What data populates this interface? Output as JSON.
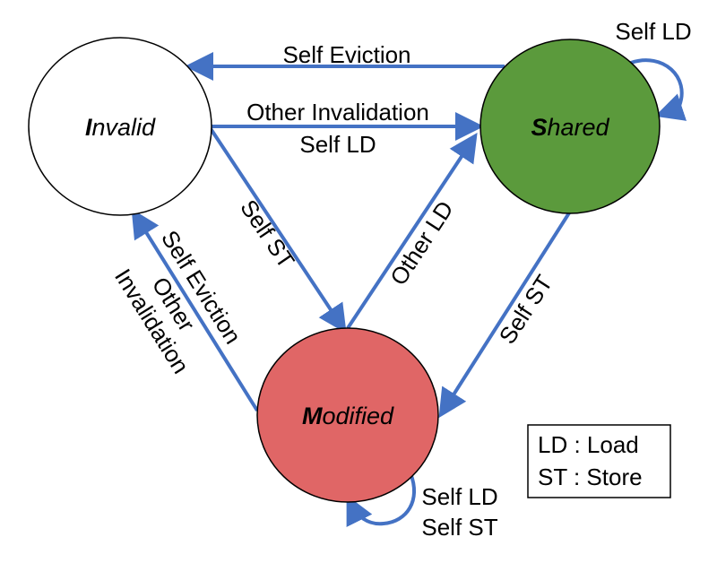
{
  "colors": {
    "arrow": "#4472c4",
    "shared_fill": "#5b9a3c",
    "modified_fill": "#e06666",
    "invalid_fill": "#ffffff",
    "outline": "#000000"
  },
  "states": {
    "invalid": {
      "initial": "I",
      "rest": "nvalid"
    },
    "shared": {
      "initial": "S",
      "rest": "hared"
    },
    "modified": {
      "initial": "M",
      "rest": "odified"
    }
  },
  "transitions": {
    "shared_to_invalid": "Self Eviction",
    "invalid_to_shared_line1": "Other Invalidation",
    "invalid_to_shared_line2": "Self LD",
    "invalid_to_modified": "Self ST",
    "modified_to_shared": "Other LD",
    "shared_to_modified": "Self ST",
    "modified_to_invalid_line1": "Self Eviction",
    "modified_to_invalid_line2": "Other",
    "modified_to_invalid_line3": "Invalidation",
    "shared_self": "Self LD",
    "modified_self_line1": "Self LD",
    "modified_self_line2": "Self ST"
  },
  "legend": {
    "line1": "LD : Load",
    "line2": "ST : Store"
  }
}
